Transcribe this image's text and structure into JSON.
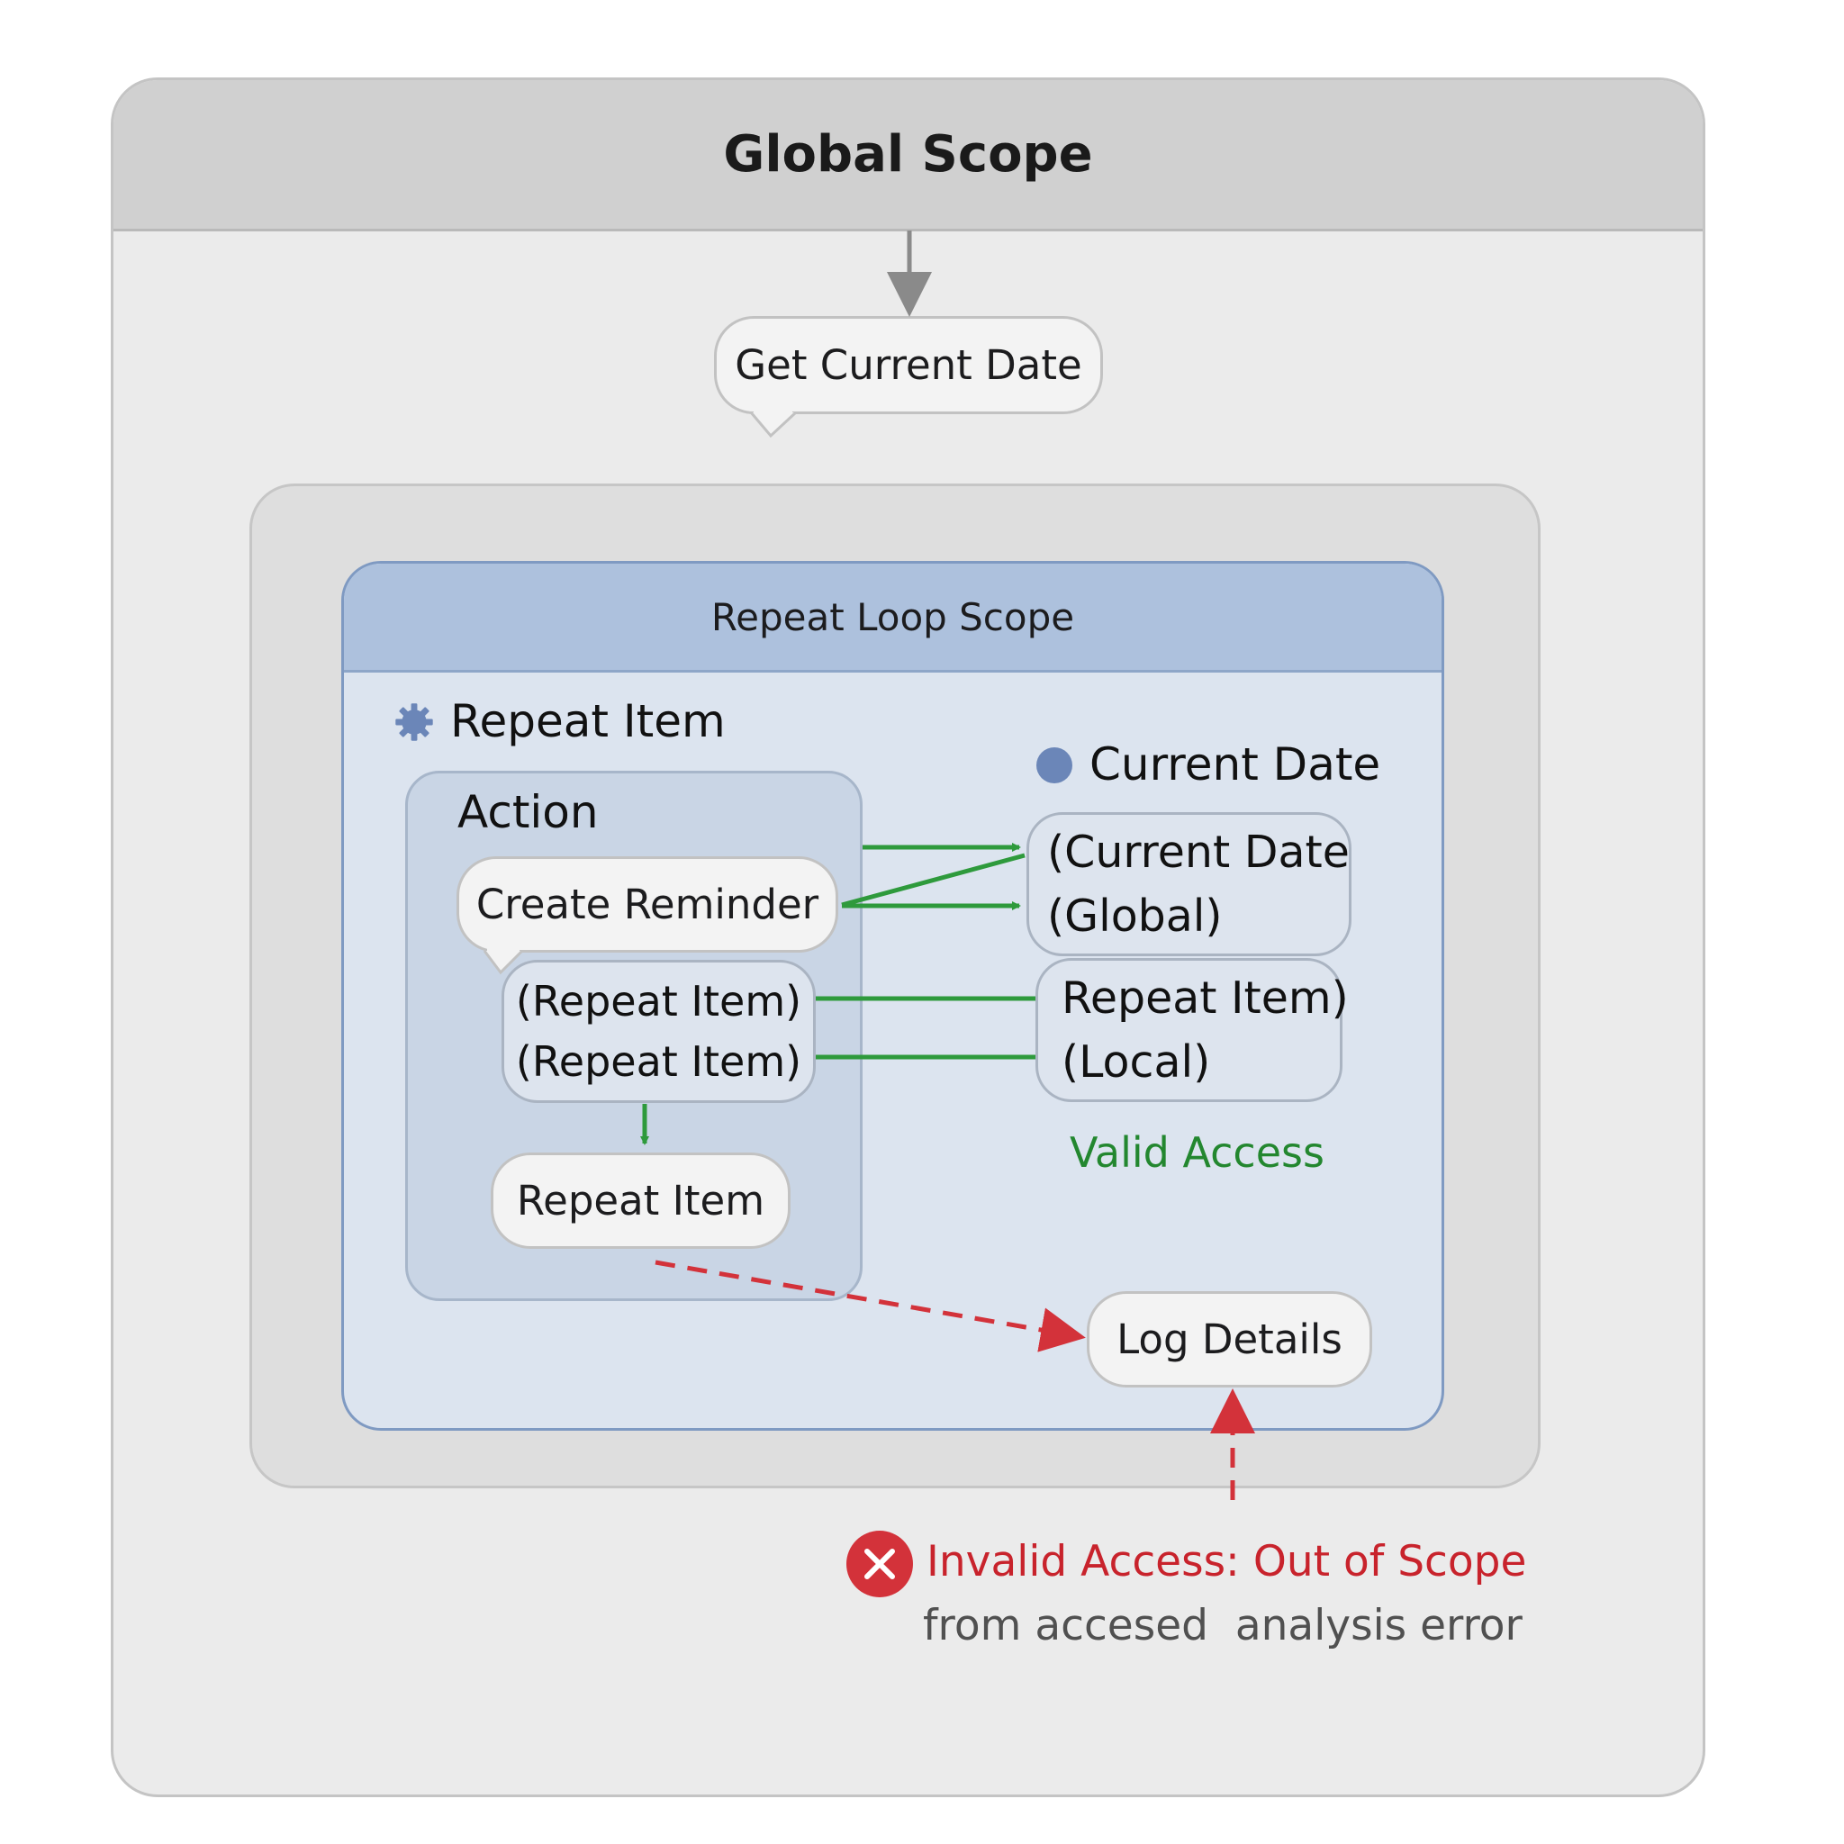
{
  "global_scope": {
    "title": "Global Scope"
  },
  "get_current_date": {
    "label": "Get Current Date"
  },
  "repeat_loop_scope": {
    "title": "Repeat Loop Scope"
  },
  "repeat_item_heading": {
    "label": "Repeat Item",
    "icon": "gear-icon"
  },
  "current_date_heading": {
    "label": "Current Date",
    "icon": "dot-icon"
  },
  "action_group": {
    "label": "Action",
    "create_reminder": "Create Reminder",
    "repeat_pair_line1": "(Repeat Item)",
    "repeat_pair_line2": "(Repeat Item)",
    "repeat_item": "Repeat Item"
  },
  "current_date_global": {
    "line1": "(Current Date",
    "line2": "(Global)"
  },
  "repeat_item_local": {
    "line1": "Repeat Item)",
    "line2": "(Local)"
  },
  "valid_access": {
    "label": "Valid Access",
    "color": "#23872f"
  },
  "log_details": {
    "label": "Log Details"
  },
  "invalid_access": {
    "title": "Invalid Access: Out of Scope",
    "detail": "from accesed  analysis error",
    "color": "#c8232c",
    "icon": "error-x-icon"
  },
  "colors": {
    "valid_arrow": "#2e9a3c",
    "invalid_arrow": "#d3323a",
    "flow_arrow": "#8a8a8a",
    "loop_header": "#adc1dd",
    "loop_border": "#7f9ac2"
  }
}
